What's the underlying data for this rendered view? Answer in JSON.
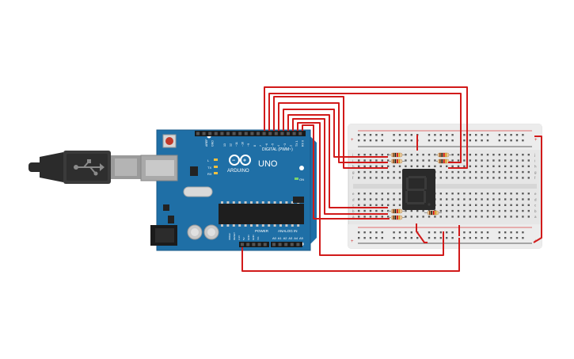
{
  "arduino": {
    "brand": "ARDUINO",
    "model": "UNO",
    "digital_header_label": "DIGITAL (PWM~)",
    "power_label": "POWER",
    "analog_label": "ANALOG IN",
    "tx_label": "TX",
    "rx_label": "RX",
    "led_label": "L",
    "on_label": "ON",
    "aref_label": "AREF",
    "gnd_label": "GND",
    "digital_pins": [
      "13",
      "12",
      "~11",
      "~10",
      "~9",
      "8",
      "7",
      "~6",
      "~5",
      "4",
      "~3",
      "2",
      "TX 1",
      "RX 0"
    ],
    "power_pins": [
      "IOREF",
      "RESET",
      "3.3V",
      "5V",
      "GND",
      "GND",
      "Vin"
    ],
    "analog_pins": [
      "A0",
      "A1",
      "A2",
      "A3",
      "A4",
      "A5"
    ]
  },
  "breadboard": {
    "row_letters_top": [
      "j",
      "i",
      "h",
      "g",
      "f"
    ],
    "row_letters_bottom": [
      "e",
      "d",
      "c",
      "b",
      "a"
    ],
    "rail_plus": "+",
    "rail_minus": "-"
  },
  "display": {
    "digit": "8"
  },
  "colors": {
    "board": "#1f6fa6",
    "board_dark": "#185a88",
    "wire": "#d11a1a",
    "breadboard": "#e6e6e6",
    "hole": "#5a5a5a",
    "usb_cable": "#2b2b2b",
    "segment_off": "#3a3a3a",
    "display_body": "#2a2a2a"
  }
}
